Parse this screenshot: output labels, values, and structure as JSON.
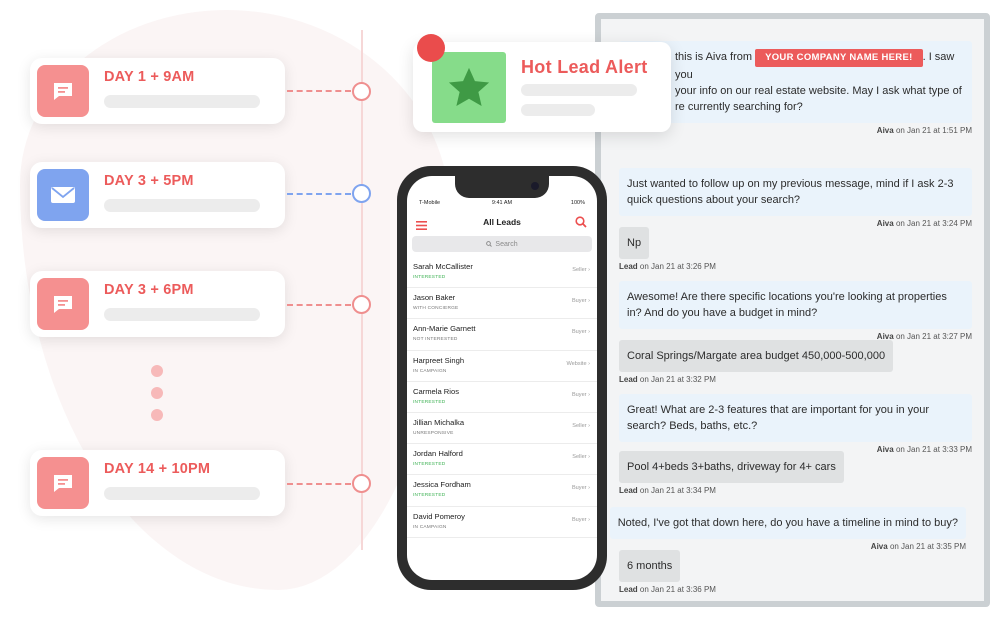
{
  "timeline": {
    "steps": [
      {
        "label": "DAY 1 + 9AM",
        "icon": "chat-icon",
        "color": "#f59090"
      },
      {
        "label": "DAY 3 + 5PM",
        "icon": "email-icon",
        "color": "#7fa4ef"
      },
      {
        "label": "DAY 3 + 6PM",
        "icon": "chat-icon",
        "color": "#f59090"
      },
      {
        "label": "DAY 14 + 10PM",
        "icon": "chat-icon",
        "color": "#f59090"
      }
    ]
  },
  "hot_lead": {
    "title": "Hot Lead Alert",
    "icon": "star-icon"
  },
  "phone": {
    "carrier": "T-Mobile",
    "time": "9:41 AM",
    "battery": "100%",
    "title": "All Leads",
    "search_placeholder": "Search",
    "leads": [
      {
        "name": "Sarah McCallister",
        "status": "INTERESTED",
        "type": "Seller"
      },
      {
        "name": "Jason Baker",
        "status": "WITH CONCIERGE",
        "type": "Buyer"
      },
      {
        "name": "Ann-Marie Garnett",
        "status": "NOT INTERESTED",
        "type": "Buyer"
      },
      {
        "name": "Harpreet Singh",
        "status": "IN CAMPAIGN",
        "type": "Website"
      },
      {
        "name": "Carmela Rios",
        "status": "INTERESTED",
        "type": "Buyer"
      },
      {
        "name": "Jillian Michalka",
        "status": "UNRESPONSIVE",
        "type": "Seller"
      },
      {
        "name": "Jordan Halford",
        "status": "INTERESTED",
        "type": "Seller"
      },
      {
        "name": "Jessica Fordham",
        "status": "INTERESTED",
        "type": "Buyer"
      },
      {
        "name": "David Pomeroy",
        "status": "IN CAMPAIGN",
        "type": "Buyer"
      }
    ]
  },
  "chat": {
    "first_message": {
      "pre": "this is Aiva from",
      "company": "YOUR COMPANY NAME HERE!",
      "post": ". I saw you",
      "line2": "your info on our real estate website. May I ask what type of",
      "line3": "re currently searching for?",
      "sender": "Aiva",
      "time": "on Jan 21 at 1:51 PM"
    },
    "messages": [
      {
        "from": "aiva",
        "text": "Just wanted to follow up on my previous message, mind if I ask 2-3 quick questions about your search?",
        "sender": "Aiva",
        "time": "on Jan 21 at 3:24 PM"
      },
      {
        "from": "lead",
        "text": "Np",
        "sender": "Lead",
        "time": "on Jan 21 at 3:26 PM"
      },
      {
        "from": "aiva",
        "text": "Awesome! Are there specific locations you're looking at properties in? And do you have a budget in mind?",
        "sender": "Aiva",
        "time": "on Jan 21 at 3:27 PM"
      },
      {
        "from": "lead",
        "text": "Coral Springs/Margate area budget 450,000-500,000",
        "sender": "Lead",
        "time": "on Jan 21 at 3:32 PM"
      },
      {
        "from": "aiva",
        "text": "Great! What are 2-3 features that are important for you in your search? Beds, baths, etc.?",
        "sender": "Aiva",
        "time": "on Jan 21 at 3:33 PM"
      },
      {
        "from": "lead",
        "text": "Pool 4+beds 3+baths, driveway for 4+ cars",
        "sender": "Lead",
        "time": "on Jan 21 at 3:34 PM"
      },
      {
        "from": "aiva",
        "text": "Noted, I've got that down here, do you have a timeline in mind to buy?",
        "sender": "Aiva",
        "time": "on Jan 21 at 3:35 PM"
      },
      {
        "from": "lead",
        "text": "6 months",
        "sender": "Lead",
        "time": "on Jan 21 at 3:36 PM"
      }
    ]
  }
}
